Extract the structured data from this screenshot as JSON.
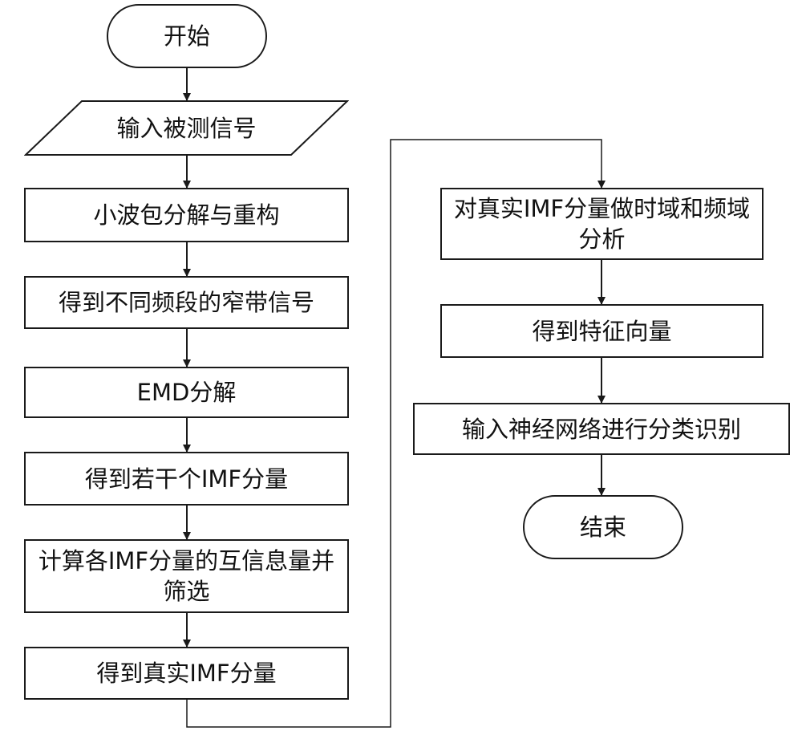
{
  "flowchart": {
    "left_column": [
      {
        "id": "start",
        "type": "terminal",
        "label": "开始"
      },
      {
        "id": "input-signal",
        "type": "io",
        "label": "输入被测信号"
      },
      {
        "id": "wavelet",
        "type": "process",
        "label": "小波包分解与重构"
      },
      {
        "id": "narrowband",
        "type": "process",
        "label": "得到不同频段的窄带信号"
      },
      {
        "id": "emd",
        "type": "process",
        "label": "EMD分解"
      },
      {
        "id": "imf-components",
        "type": "process",
        "label": "得到若干个IMF分量"
      },
      {
        "id": "mutual-info",
        "type": "process",
        "label": "计算各IMF分量的互信息量并筛选"
      },
      {
        "id": "real-imf",
        "type": "process",
        "label": "得到真实IMF分量"
      }
    ],
    "right_column": [
      {
        "id": "time-freq",
        "type": "process",
        "label": "对真实IMF分量做时域和频域分析"
      },
      {
        "id": "feature-vector",
        "type": "process",
        "label": "得到特征向量"
      },
      {
        "id": "neural-net",
        "type": "process",
        "label": "输入神经网络进行分类识别"
      },
      {
        "id": "end",
        "type": "terminal",
        "label": "结束"
      }
    ]
  }
}
